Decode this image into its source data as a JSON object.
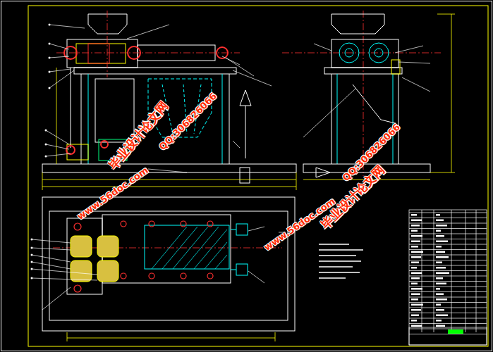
{
  "diagram": {
    "labels": [
      "毕业设计论文网",
      "QQ:306826066",
      "www.56doc.com",
      "www.56doc.com",
      "QQ:306826066",
      "毕业设计论文网"
    ]
  }
}
